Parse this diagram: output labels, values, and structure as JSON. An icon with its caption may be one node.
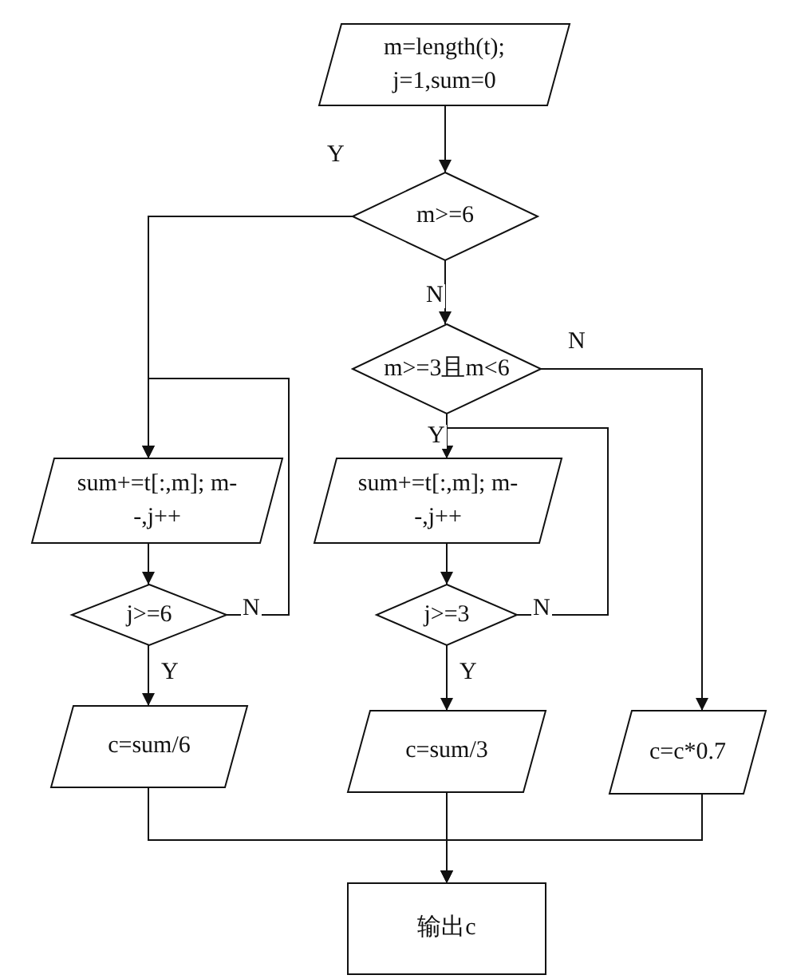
{
  "diagram": {
    "nodes": [
      {
        "text": [
          "m=length(t); j=1,sum=0"
        ]
      },
      {
        "text": [
          "m>=6"
        ]
      },
      {
        "text": [
          "m>=3且m<6"
        ]
      },
      {
        "text": [
          "sum+=t[:,m]; m--,j++"
        ]
      },
      {
        "text": [
          "j>=6"
        ]
      },
      {
        "text": [
          "sum+=t[:,m]; m--,j++"
        ]
      },
      {
        "text": [
          "j>=3"
        ]
      },
      {
        "text": [
          "c=sum/6"
        ]
      },
      {
        "text": [
          "c=sum/3"
        ]
      },
      {
        "text": [
          "c=c*0.7"
        ]
      },
      {
        "text": [
          "输出c"
        ]
      }
    ],
    "edges": [
      {
        "from": 0,
        "to": 1,
        "arrow": "to"
      },
      {
        "from": 1,
        "to": 3,
        "arrow": "to",
        "label": "Y"
      },
      {
        "from": 1,
        "to": 2,
        "arrow": "to",
        "label": "N"
      },
      {
        "from": 2,
        "to": 9,
        "arrow": "to",
        "label": "N"
      },
      {
        "from": 2,
        "to": 5,
        "arrow": "to",
        "label": "Y"
      },
      {
        "from": 3,
        "to": 4,
        "arrow": "to"
      },
      {
        "from": 4,
        "to": 3,
        "arrow": "to",
        "label": "N"
      },
      {
        "from": 4,
        "to": 7,
        "arrow": "to",
        "label": "Y"
      },
      {
        "from": 5,
        "to": 6,
        "arrow": "to"
      },
      {
        "from": 6,
        "to": 5,
        "arrow": "to",
        "label": "N"
      },
      {
        "from": 6,
        "to": 8,
        "arrow": "to",
        "label": "Y"
      },
      {
        "from": 7,
        "to": 10,
        "arrow": "to"
      },
      {
        "from": 8,
        "to": 10,
        "arrow": "to"
      },
      {
        "from": 9,
        "to": 10,
        "arrow": "to"
      }
    ]
  }
}
